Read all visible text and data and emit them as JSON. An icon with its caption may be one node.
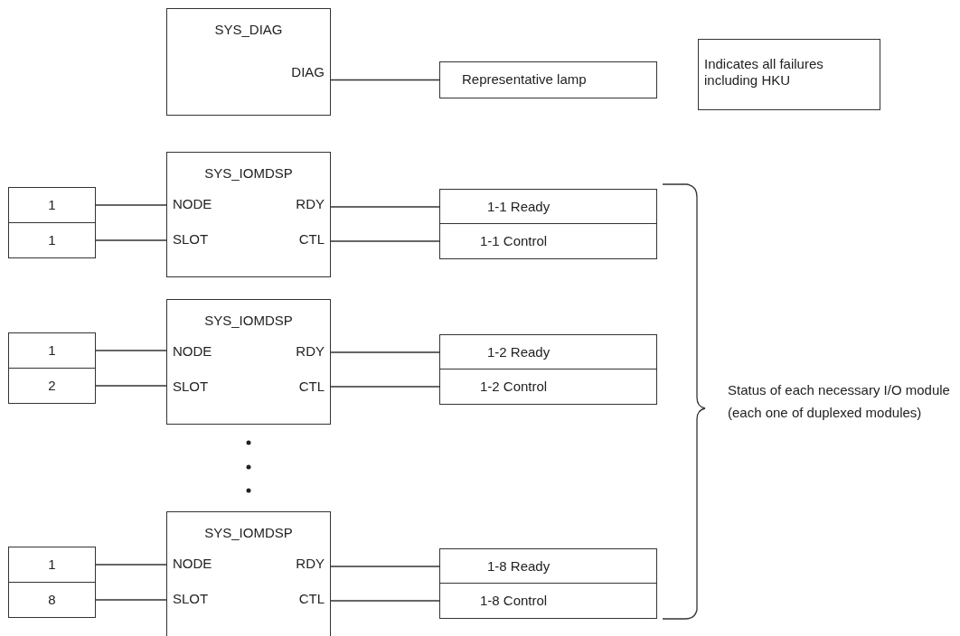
{
  "diagram": {
    "nodes": [
      {
        "text": [
          "SYS_DIAG",
          "DIAG"
        ]
      },
      {
        "text": [
          "Representative lamp"
        ]
      },
      {
        "text": [
          "Indicates all failures including HKU"
        ]
      },
      {
        "text": [
          "SYS_IOMDSP",
          "NODE",
          "RDY",
          "SLOT",
          "CTL"
        ]
      },
      {
        "text": [
          "1"
        ]
      },
      {
        "text": [
          "1"
        ]
      },
      {
        "text": [
          "1-1 Ready"
        ]
      },
      {
        "text": [
          "1-1 Control"
        ]
      },
      {
        "text": [
          "SYS_IOMDSP",
          "NODE",
          "RDY",
          "SLOT",
          "CTL"
        ]
      },
      {
        "text": [
          "1"
        ]
      },
      {
        "text": [
          "2"
        ]
      },
      {
        "text": [
          "1-2 Ready"
        ]
      },
      {
        "text": [
          "1-2 Control"
        ]
      },
      {
        "text": [
          "SYS_IOMDSP",
          "NODE",
          "RDY",
          "SLOT",
          "CTL"
        ]
      },
      {
        "text": [
          "1"
        ]
      },
      {
        "text": [
          "8"
        ]
      },
      {
        "text": [
          "1-8 Ready"
        ]
      },
      {
        "text": [
          "1-8 Control"
        ]
      }
    ],
    "edges": [
      {
        "from": 0,
        "to": 1,
        "arrow": "none"
      },
      {
        "from": 4,
        "to": 3,
        "arrow": "none"
      },
      {
        "from": 5,
        "to": 3,
        "arrow": "none"
      },
      {
        "from": 3,
        "to": 6,
        "arrow": "none"
      },
      {
        "from": 3,
        "to": 7,
        "arrow": "none"
      },
      {
        "from": 9,
        "to": 8,
        "arrow": "none"
      },
      {
        "from": 10,
        "to": 8,
        "arrow": "none"
      },
      {
        "from": 8,
        "to": 11,
        "arrow": "none"
      },
      {
        "from": 8,
        "to": 12,
        "arrow": "none"
      },
      {
        "from": 14,
        "to": 13,
        "arrow": "none"
      },
      {
        "from": 15,
        "to": 13,
        "arrow": "none"
      },
      {
        "from": 13,
        "to": 16,
        "arrow": "none"
      },
      {
        "from": 13,
        "to": 17,
        "arrow": "none"
      }
    ],
    "labels": [
      "Status of each necessary I/O module (each one of duplexed modules)"
    ]
  }
}
